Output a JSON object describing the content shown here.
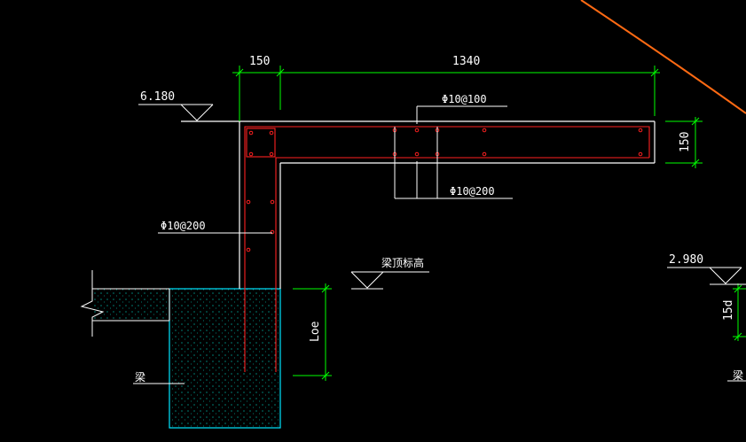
{
  "drawing": {
    "dims": {
      "d150_top": "150",
      "d1340": "1340",
      "d150_right": "150",
      "loe": "Loe",
      "d15d": "15d"
    },
    "levels": {
      "top": "6.180",
      "beam_top": "梁顶标高",
      "right": "2.980"
    },
    "rebar": {
      "top_label": "Φ10@100",
      "mid_label": "Φ10@200",
      "left_label": "Φ10@200"
    },
    "notes": {
      "beam_left": "梁",
      "beam_right": "梁"
    },
    "colors": {
      "dim": "#00ff00",
      "rebar": "#ff2020",
      "outline": "#ffffff",
      "beam": "#00e5ff",
      "arc": "#ff6a13",
      "text": "#ffffff"
    }
  }
}
